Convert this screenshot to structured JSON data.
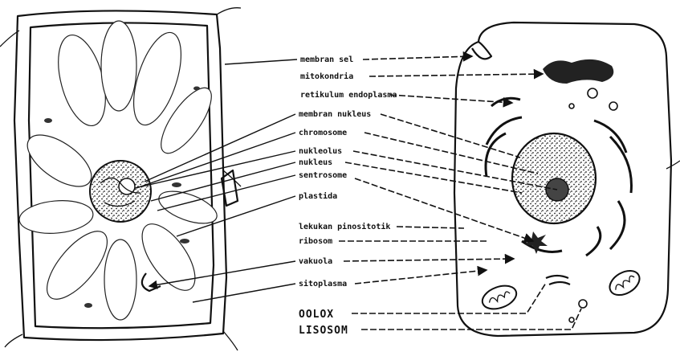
{
  "labels": {
    "cell_membrane": "membran sel",
    "golgi": "mitokondria",
    "er": "retikulum endoplasma",
    "nuclear_membrane": "membran nukleus",
    "chromosome": "chromosome",
    "nucleolus": "nukleolus",
    "nucleus": "nukleus",
    "centrosome": "sentrosome",
    "plastid": "plastida",
    "pinocytosis": "lekukan pinositotik",
    "ribosome": "ribosom",
    "vacuole": "vakuola",
    "cytoplasm": "sitoplasma",
    "mitochondria": "OOLOX",
    "lysosome": "LISOSOM"
  }
}
